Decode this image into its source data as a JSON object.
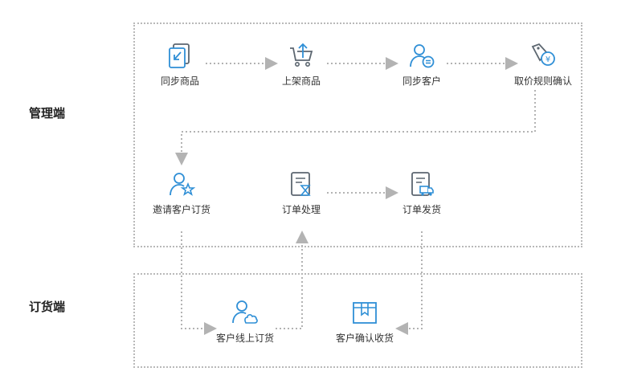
{
  "zones": {
    "management": {
      "label": "管理端"
    },
    "ordering": {
      "label": "订货端"
    }
  },
  "nodes": {
    "sync_products": {
      "label": "同步商品",
      "icon": "document-sync-icon"
    },
    "list_products": {
      "label": "上架商品",
      "icon": "cart-upload-icon"
    },
    "sync_customers": {
      "label": "同步客户",
      "icon": "user-sync-icon"
    },
    "pricing_rules": {
      "label": "取价规则确认",
      "icon": "price-tag-icon"
    },
    "invite_customer": {
      "label": "邀请客户订货",
      "icon": "user-star-icon"
    },
    "order_process": {
      "label": "订单处理",
      "icon": "document-hourglass-icon"
    },
    "order_ship": {
      "label": "订单发货",
      "icon": "document-truck-icon"
    },
    "customer_order": {
      "label": "客户线上订货",
      "icon": "user-cloud-icon"
    },
    "customer_receive": {
      "label": "客户确认收货",
      "icon": "package-icon"
    }
  },
  "colors": {
    "icon_blue": "#2f8fd6",
    "icon_gray": "#5c6670",
    "connector": "#b3b3b3"
  }
}
